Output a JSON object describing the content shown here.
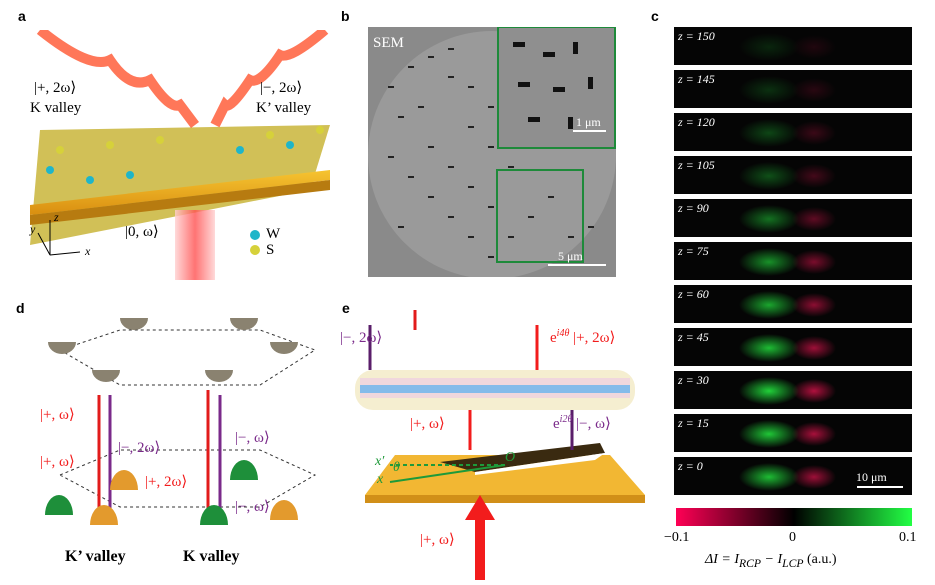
{
  "panels": {
    "a": "a",
    "b": "b",
    "c": "c",
    "d": "d",
    "e": "e"
  },
  "panel_a": {
    "ket_plus_2w": "|+, 2ω⟩",
    "k_valley": "K valley",
    "ket_minus_2w": "|−, 2ω⟩",
    "kp_valley": "K’ valley",
    "ket_0_w": "|0, ω⟩",
    "legend_w": "W",
    "legend_s": "S",
    "axis_x": "x",
    "axis_y": "y",
    "axis_z": "z",
    "colors": {
      "W": "#1fb5c9",
      "S": "#d6d13a",
      "gold": "#f1b321"
    }
  },
  "panel_b": {
    "sem_label": "SEM",
    "inset_scale": "1 μm",
    "scale": "5 μm"
  },
  "panel_c": {
    "frames": [
      "z = 150",
      "z = 145",
      "z = 120",
      "z = 105",
      "z = 90",
      "z = 75",
      "z = 60",
      "z = 45",
      "z = 30",
      "z = 15",
      "z = 0"
    ],
    "intensity": [
      0.15,
      0.2,
      0.3,
      0.35,
      0.5,
      0.65,
      0.75,
      0.85,
      0.95,
      0.9,
      0.85
    ],
    "scale": "10 μm",
    "colorbar": {
      "min": "−0.1",
      "mid": "0",
      "max": "0.1",
      "label": "ΔI = I_RCP − I_LCP (a.u.)",
      "label_main": "ΔI = I",
      "rcp": "RCP",
      "minus": " − I",
      "lcp": "LCP",
      "unit": " (a.u.)",
      "colors": [
        "#ff0055",
        "#000000",
        "#22ff44"
      ]
    }
  },
  "panel_d": {
    "ket_plus_w_1": "|+, ω⟩",
    "ket_plus_w_2": "|+, ω⟩",
    "ket_minus_2w": "|−, 2ω⟩",
    "ket_plus_2w": "|+, 2ω⟩",
    "ket_minus_w_1": "|−, ω⟩",
    "ket_minus_w_2": "|−, ω⟩",
    "kp_valley": "K’ valley",
    "k_valley": "K valley"
  },
  "panel_e": {
    "ket_minus_2w": "|−, 2ω⟩",
    "ket_plus_2w_phase": "e",
    "phase4": "i4θ",
    "ket_plus_2w": " |+, 2ω⟩",
    "ket_plus_w": "|+, ω⟩",
    "phase2": "i2θ",
    "ket_minus_w": " |−, ω⟩",
    "e_char": "e",
    "x_prime": "x′",
    "x": "x",
    "theta": "θ",
    "origin": "O",
    "ket_input": "|+, ω⟩"
  }
}
